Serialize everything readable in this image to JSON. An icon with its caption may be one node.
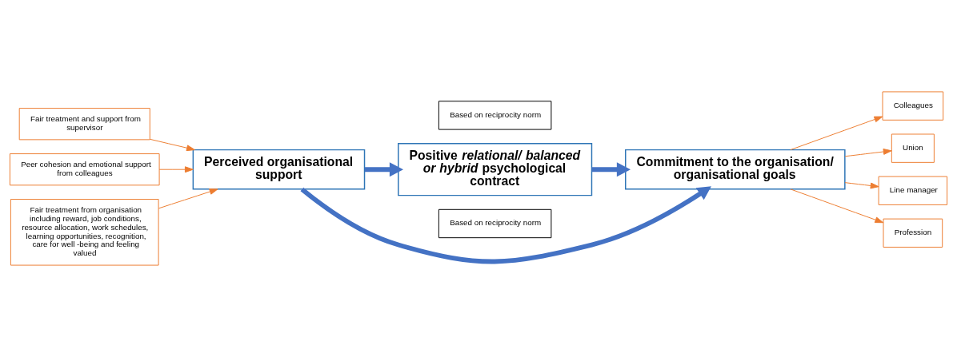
{
  "diagram": {
    "nodes": [
      {
        "text": [
          "Perceived organisational support"
        ]
      },
      {
        "text": [
          "Positive *relational/ balanced or hybrid* psychological contract"
        ]
      },
      {
        "text": [
          "Commitment to the organisation/ organisational goals"
        ]
      },
      {
        "text": [
          "Fair treatment and support from supervisor"
        ]
      },
      {
        "text": [
          "Peer cohesion and emotional support from colleagues"
        ]
      },
      {
        "text": [
          "Fair treatment from organisation including reward, job conditions, resource allocation, work schedules, learning opportunities, recognition, care for well -being and feeling valued"
        ]
      },
      {
        "text": [
          "Colleagues"
        ]
      },
      {
        "text": [
          "Union"
        ]
      },
      {
        "text": [
          "Line manager"
        ]
      },
      {
        "text": [
          "Profession"
        ]
      },
      {
        "text": [
          "Based on reciprocity norm"
        ]
      },
      {
        "text": [
          "Based on reciprocity norm"
        ]
      }
    ],
    "edges": [
      {
        "from": 0,
        "to": 2,
        "arrow": "to",
        "style": "thick",
        "color": "#4472c4"
      },
      {
        "from": 3,
        "to": 0,
        "arrow": "to"
      },
      {
        "from": 4,
        "to": 0,
        "arrow": "to"
      },
      {
        "from": 5,
        "to": 0,
        "arrow": "to"
      },
      {
        "from": 0,
        "to": 1,
        "arrow": "to",
        "style": "thick",
        "color": "#4472c4"
      },
      {
        "from": 1,
        "to": 2,
        "arrow": "to",
        "style": "thick",
        "color": "#4472c4"
      },
      {
        "from": 2,
        "to": 6,
        "arrow": "to"
      },
      {
        "from": 2,
        "to": 7,
        "arrow": "to"
      },
      {
        "from": 2,
        "to": 8,
        "arrow": "to"
      },
      {
        "from": 2,
        "to": 9,
        "arrow": "to"
      }
    ]
  }
}
